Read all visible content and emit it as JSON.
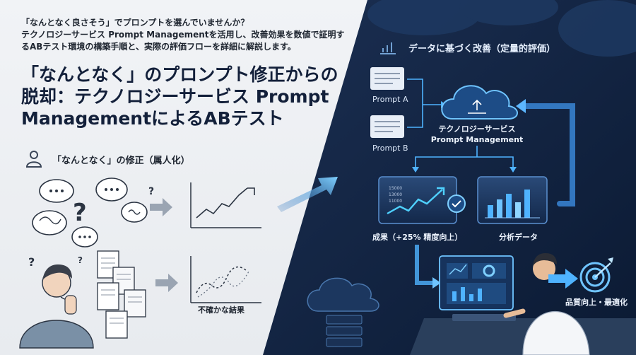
{
  "lead": [
    "「なんとなく良さそう」でプロンプトを選んでいませんか？",
    "テクノロジーサービス Prompt Managementを活用し、改善効果を数値で証明す",
    "るABテスト環境の構築手順と、実際の評価フローを詳細に解説します。"
  ],
  "headline": [
    "「なんとなく」のプロンプト修正からの",
    "脱却：テクノロジーサービス Prompt",
    "ManagementによるABテスト"
  ],
  "traditional": {
    "heading": "「なんとなく」の修正（属人化）",
    "uncertain_label": "不確かな結果"
  },
  "data_driven": {
    "heading": "データに基づく改善（定量的評価）",
    "prompt_a": "Prompt A",
    "prompt_b": "Prompt B",
    "service_line1": "テクノロジーサービス",
    "service_line2": "Prompt Management",
    "mini_numbers": [
      "15000",
      "13000",
      "11000"
    ],
    "result_label": "成果（+25% 精度向上）",
    "analysis_label": "分析データ",
    "quality_label": "品質向上・最適化"
  },
  "colors": {
    "dark_bg": "#10213d",
    "accent": "#4fb3ff",
    "headline": "#13203a"
  }
}
